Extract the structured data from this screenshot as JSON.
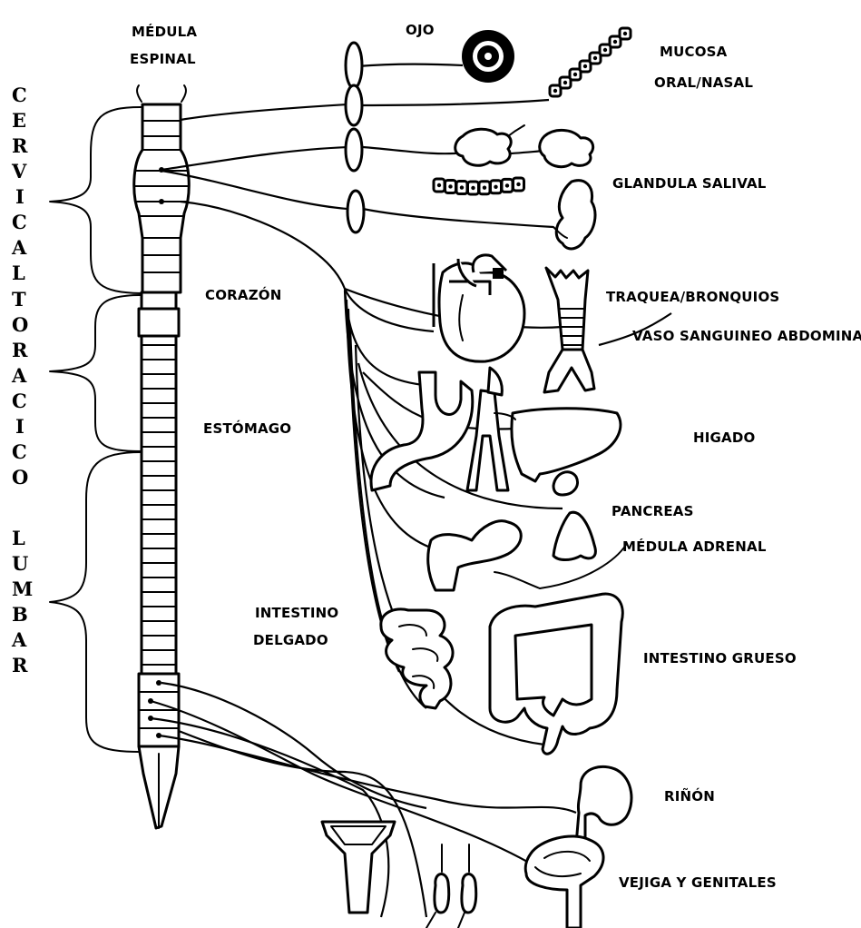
{
  "labels": {
    "medula_espinal_1": "MÉDULA",
    "medula_espinal_2": "ESPINAL",
    "ojo": "OJO",
    "mucosa_1": "MUCOSA",
    "mucosa_2": "ORAL/NASAL",
    "glandula_salival": "GLANDULA SALIVAL",
    "corazon": "CORAZÓN",
    "traquea": "TRAQUEA/BRONQUIOS",
    "vaso": "VASO SANGUINEO ABDOMINAL",
    "estomago": "ESTÓMAGO",
    "higado": "HIGADO",
    "pancreas": "PANCREAS",
    "medula_adrenal": "MÉDULA ADRENAL",
    "intestino_delgado_1": "INTESTINO",
    "intestino_delgado_2": "DELGADO",
    "intestino_grueso": "INTESTINO GRUESO",
    "rinon": "RIÑÓN",
    "vejiga": "VEJIGA Y GENITALES"
  },
  "regions": {
    "cervical": [
      "C",
      "E",
      "R",
      "V",
      "I",
      "C",
      "A",
      "L"
    ],
    "toracico": [
      "T",
      "O",
      "R",
      "A",
      "C",
      "I",
      "C",
      "O"
    ],
    "lumbar": [
      "L",
      "U",
      "M",
      "B",
      "A",
      "R"
    ]
  },
  "colors": {
    "ink": "#000000",
    "background": "#ffffff"
  }
}
